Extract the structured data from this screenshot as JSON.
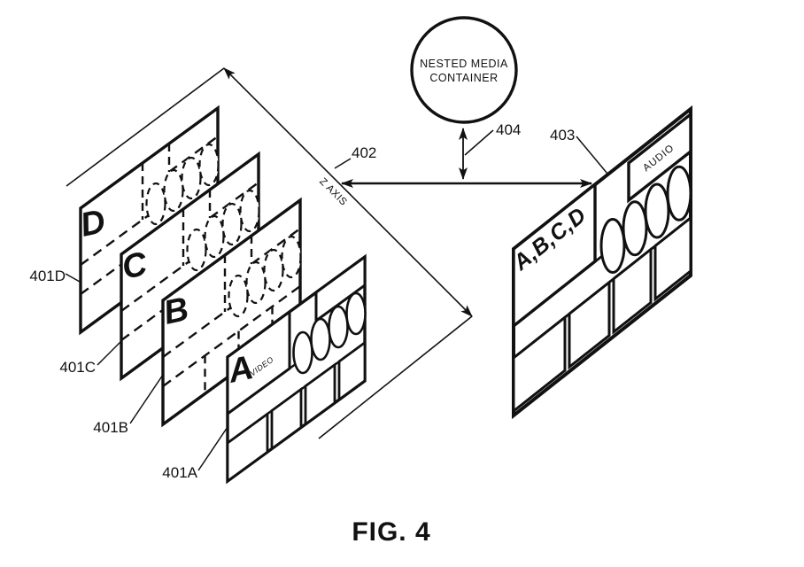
{
  "figure_caption": "FIG. 4",
  "container": {
    "line1": "NESTED MEDIA",
    "line2": "CONTAINER"
  },
  "axis": {
    "label": "Z AXIS"
  },
  "refs": {
    "r402": "402",
    "r403": "403",
    "r404": "404",
    "r401a": "401A",
    "r401b": "401B",
    "r401c": "401C",
    "r401d": "401D"
  },
  "panels": {
    "a": {
      "letter": "A",
      "sub": "VIDEO"
    },
    "b": {
      "letter": "B"
    },
    "c": {
      "letter": "C"
    },
    "d": {
      "letter": "D"
    },
    "combined": {
      "label": "A,B,C,D",
      "audio": "AUDIO"
    }
  }
}
